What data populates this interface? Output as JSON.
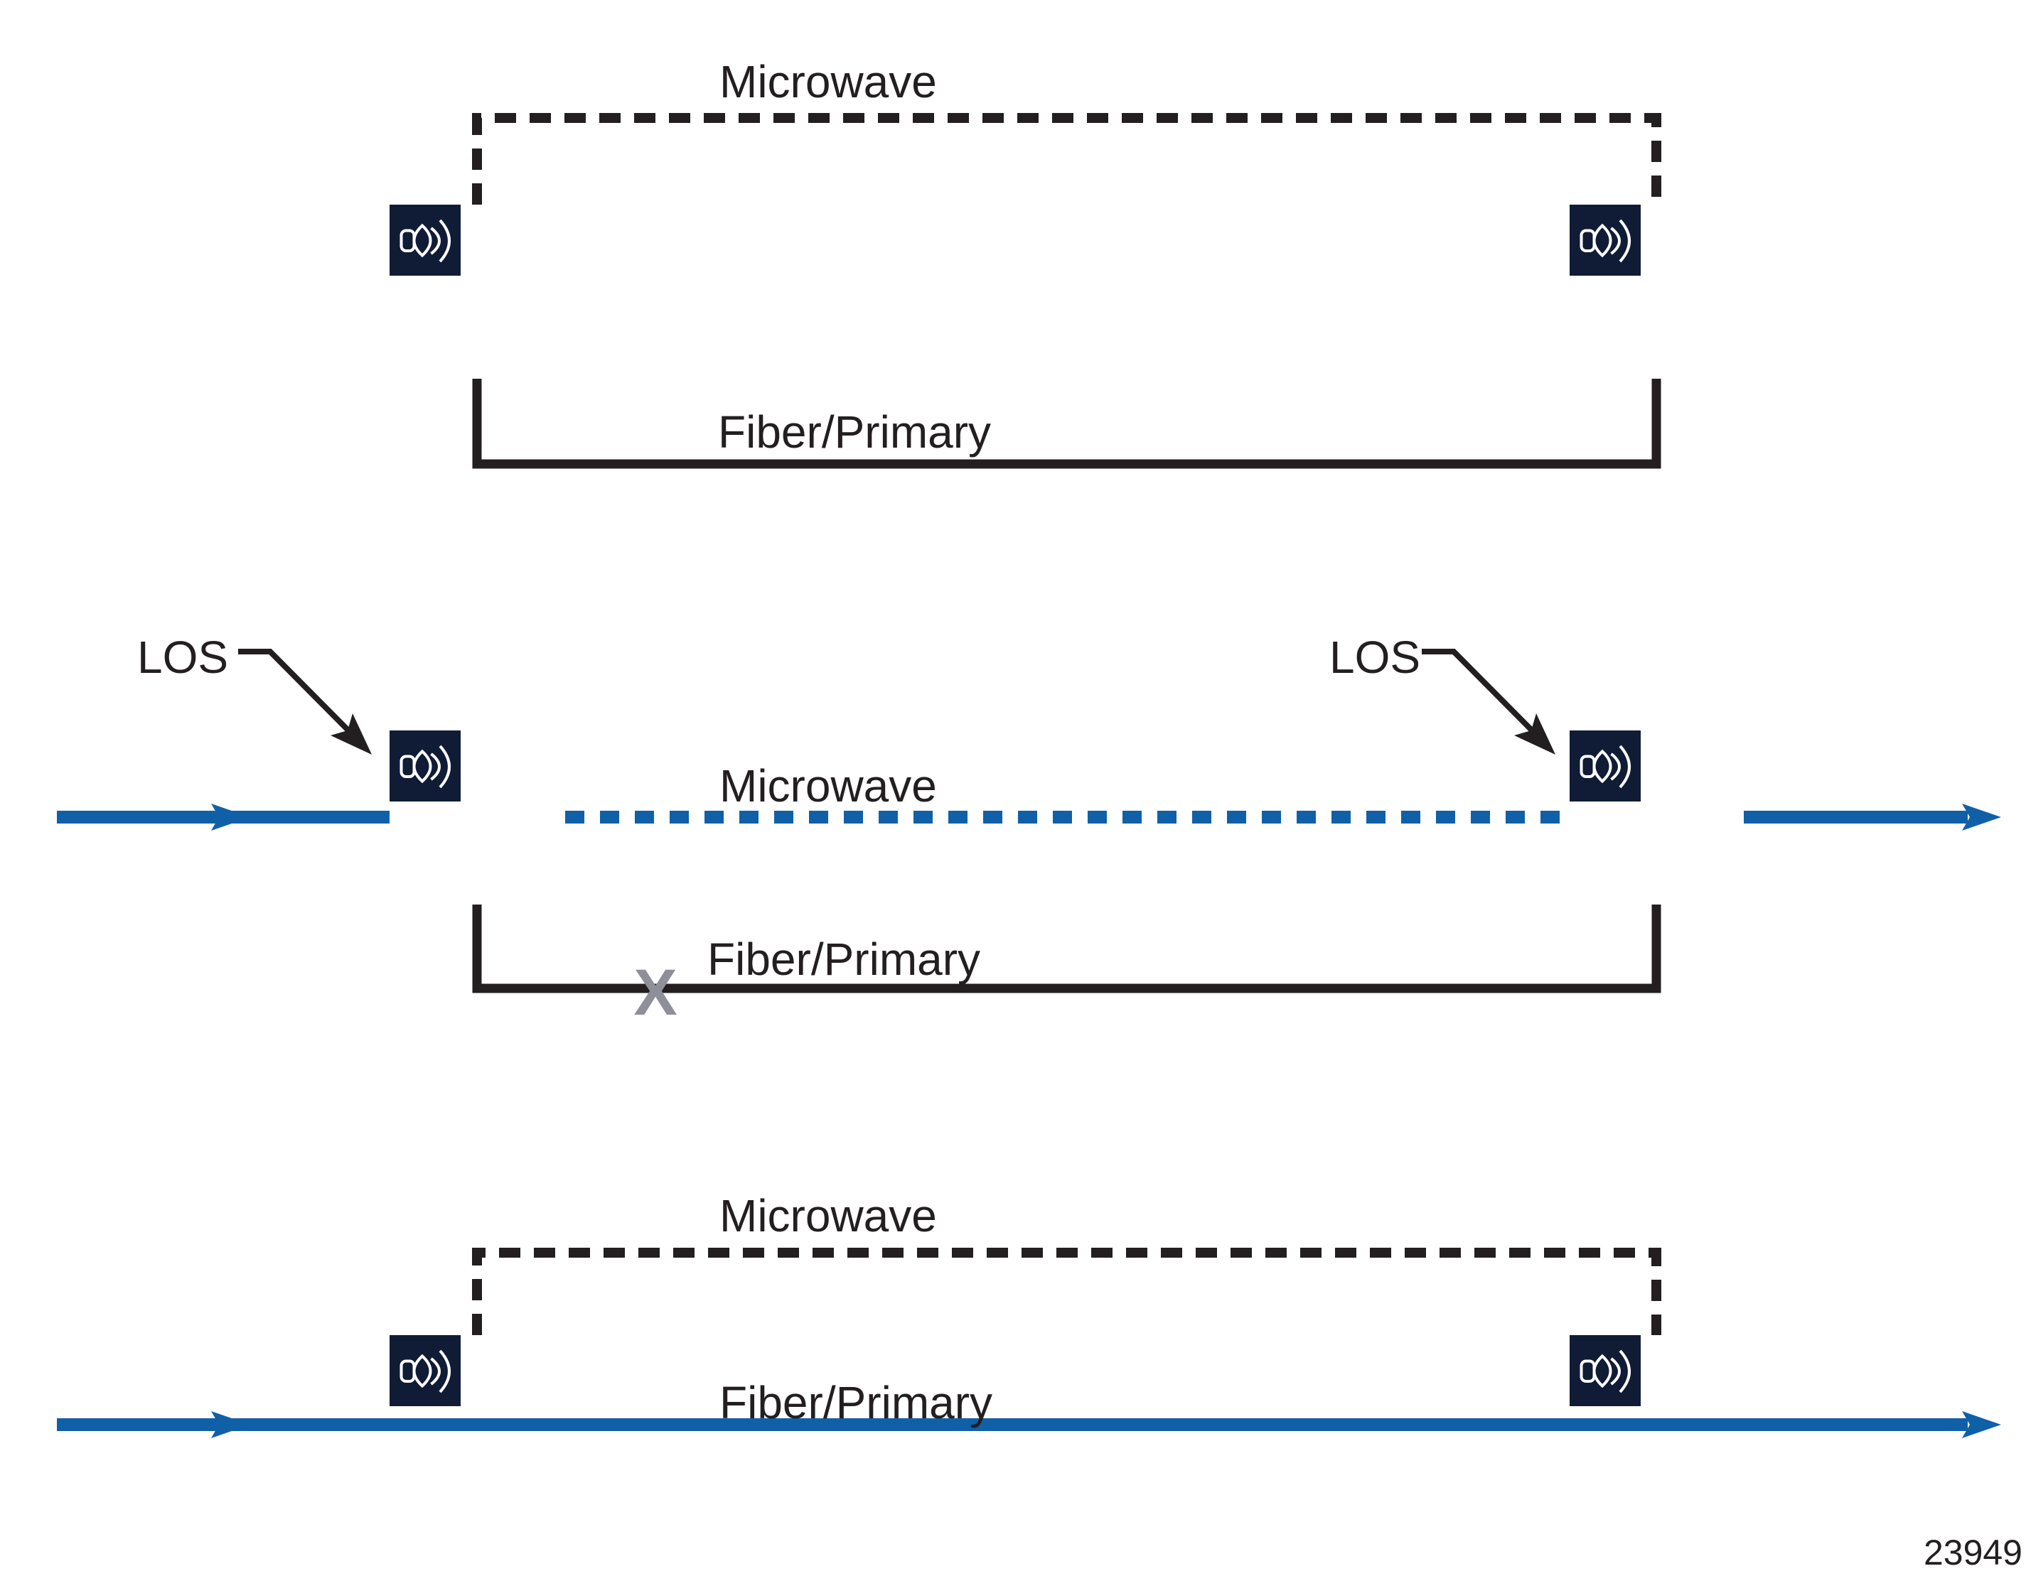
{
  "figure_number": "23949",
  "colors": {
    "node_navy": "#101C36",
    "line_black": "#231F20",
    "traffic_blue": "#1060A8",
    "failure_gray": "#8F8F9A",
    "background": "#FFFFFF"
  },
  "icon_name": "microwave-radio-icon",
  "panel_normal": {
    "microwave_label": "Microwave",
    "fiber_label": "Fiber/Primary"
  },
  "panel_failure": {
    "los_left_label": "LOS",
    "los_right_label": "LOS",
    "microwave_label": "Microwave",
    "fiber_label": "Fiber/Primary",
    "failure_mark": "X"
  },
  "panel_restored": {
    "microwave_label": "Microwave",
    "fiber_label": "Fiber/Primary"
  }
}
